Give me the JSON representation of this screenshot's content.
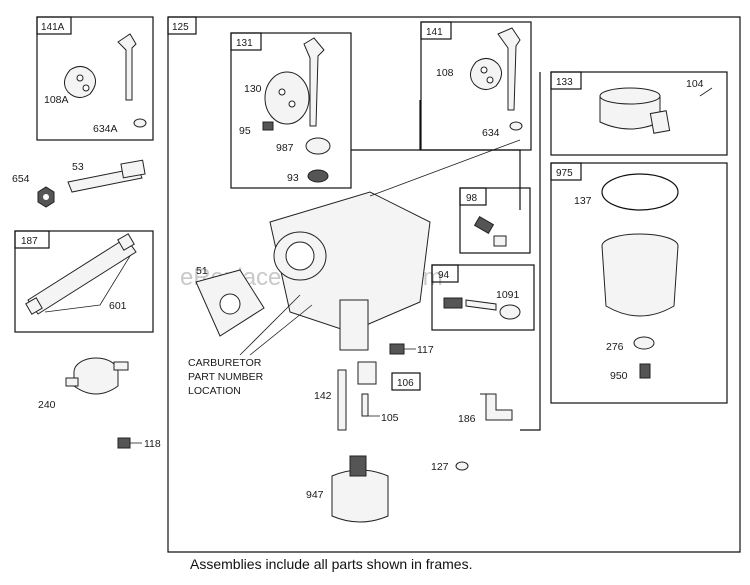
{
  "frames": {
    "f125": "125",
    "f141a": "141A",
    "f131": "131",
    "f141": "141",
    "f133": "133",
    "f975": "975",
    "f187": "187",
    "f98": "98",
    "f94": "94",
    "f106": "106"
  },
  "parts": {
    "p108a": "108A",
    "p634a": "634A",
    "p654": "654",
    "p53": "53",
    "p601": "601",
    "p240": "240",
    "p118": "118",
    "p130": "130",
    "p95": "95",
    "p987": "987",
    "p93": "93",
    "p108": "108",
    "p634": "634",
    "p104": "104",
    "p137": "137",
    "p276": "276",
    "p950": "950",
    "p51": "51",
    "p1091": "1091",
    "p117": "117",
    "p142": "142",
    "p105": "105",
    "p186": "186",
    "p127": "127",
    "p947": "947"
  },
  "notes": {
    "carb_line1": "CARBURETOR",
    "carb_line2": "PART NUMBER",
    "carb_line3": "LOCATION"
  },
  "watermark": "eReplacementParts.com",
  "caption": "Assemblies include all parts shown in frames."
}
